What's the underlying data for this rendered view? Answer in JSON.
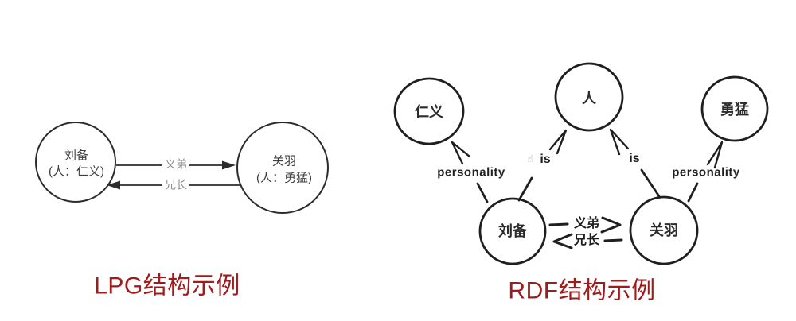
{
  "colors": {
    "background": "#ffffff",
    "caption_red": "#A01C1C",
    "lpg_stroke": "#2b2b2b",
    "lpg_edge_label_gray": "#8c8c8c",
    "rdf_stroke": "#1f1f1f"
  },
  "lpg": {
    "caption": "LPG结构示例",
    "nodes": [
      {
        "name": "刘备",
        "attribute": "(人：仁义)"
      },
      {
        "name": "关羽",
        "attribute": "(人：勇猛)"
      }
    ],
    "edges": [
      {
        "label": "义弟",
        "from": "刘备",
        "to": "关羽"
      },
      {
        "label": "兄长",
        "from": "关羽",
        "to": "刘备"
      }
    ]
  },
  "rdf": {
    "caption": "RDF结构示例",
    "nodes": [
      {
        "id": "renyi",
        "label": "仁义"
      },
      {
        "id": "ren",
        "label": "人"
      },
      {
        "id": "yongmeng",
        "label": "勇猛"
      },
      {
        "id": "liubei",
        "label": "刘备"
      },
      {
        "id": "guanyu",
        "label": "关羽"
      }
    ],
    "edges": [
      {
        "label": "personality",
        "from": "刘备",
        "to": "仁义"
      },
      {
        "label": "is",
        "from": "刘备",
        "to": "人"
      },
      {
        "label": "is",
        "from": "关羽",
        "to": "人"
      },
      {
        "label": "personality",
        "from": "关羽",
        "to": "勇猛"
      },
      {
        "label": "义弟",
        "from": "刘备",
        "to": "关羽"
      },
      {
        "label": "兄长",
        "from": "关羽",
        "to": "刘备"
      }
    ]
  },
  "icons": {
    "hand_cursor": "☝"
  }
}
